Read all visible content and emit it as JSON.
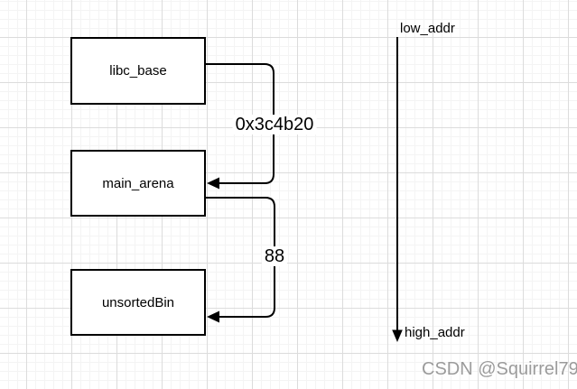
{
  "nodes": [
    {
      "label": "libc_base"
    },
    {
      "label": "main_arena"
    },
    {
      "label": "unsortedBin"
    }
  ],
  "edges": [
    {
      "from": "libc_base",
      "to": "main_arena",
      "label": "0x3c4b20"
    },
    {
      "from": "main_arena",
      "to": "unsortedBin",
      "label": "88"
    }
  ],
  "address_axis": {
    "top_label": "low_addr",
    "bottom_label": "high_addr",
    "direction": "top-to-bottom"
  },
  "watermark": "CSDN @Squirrel79",
  "colors": {
    "stroke": "#000000",
    "node_fill": "#ffffff",
    "background": "#ffffff",
    "grid_minor": "#f4f4f4",
    "grid_major": "#dcdcdc",
    "watermark": "#9b9b9b"
  }
}
